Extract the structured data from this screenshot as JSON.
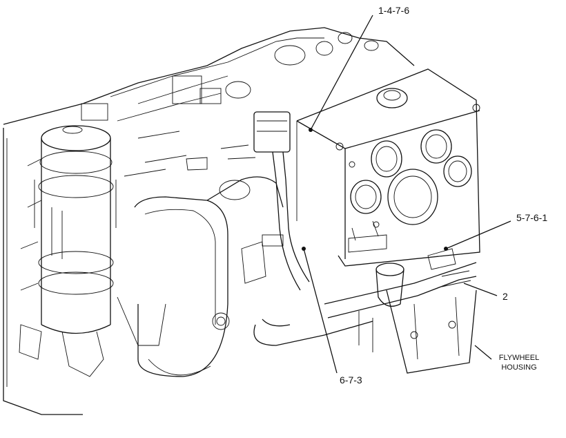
{
  "diagram": {
    "callouts": {
      "top": "1-4-7-6",
      "right_upper": "5-7-6-1",
      "right_middle": "2",
      "bottom": "6-7-3",
      "flywheel_line1": "FLYWHEEL",
      "flywheel_line2": "HOUSING"
    }
  }
}
